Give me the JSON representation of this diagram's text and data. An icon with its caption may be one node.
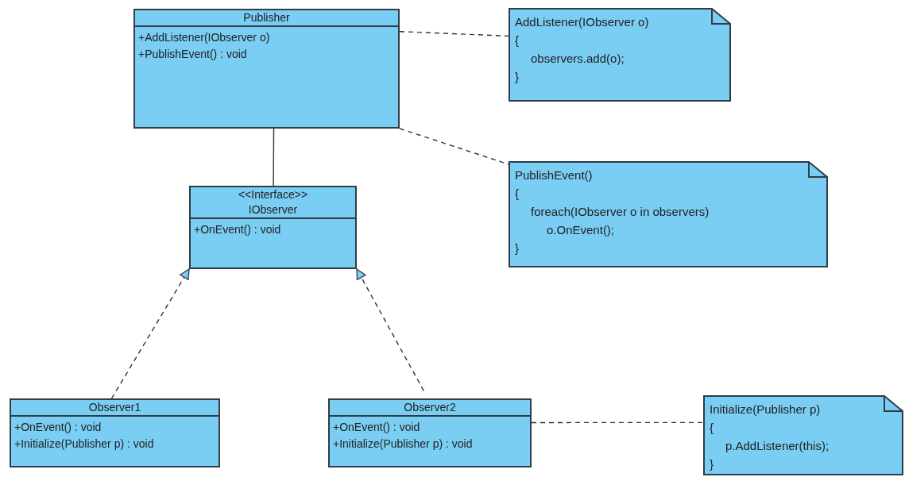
{
  "diagram": {
    "nodes": [
      {
        "text": [
          "Publisher",
          "+AddListener(IObserver o)",
          "+PublishEvent() : void"
        ]
      },
      {
        "text": [
          "AddListener(IObserver o)",
          "{",
          "observers.add(o);",
          "}"
        ]
      },
      {
        "text": [
          "<<Interface>>",
          "IObserver",
          "+OnEvent() : void"
        ]
      },
      {
        "text": [
          "PublishEvent()",
          "{",
          "foreach(IObserver o in observers)",
          "o.OnEvent();",
          "}"
        ]
      },
      {
        "text": [
          "Observer1",
          "+OnEvent() : void",
          "+Initialize(Publisher p) : void"
        ]
      },
      {
        "text": [
          "Observer2",
          "+OnEvent() : void",
          "+Initialize(Publisher p) : void"
        ]
      },
      {
        "text": [
          "Initialize(Publisher p)",
          "{",
          "p.AddListener(this);",
          "}"
        ]
      }
    ],
    "edges": [
      {
        "from": 0,
        "to": 1,
        "arrow": "none",
        "style": "dashed"
      },
      {
        "from": 0,
        "to": 3,
        "arrow": "none",
        "style": "dashed"
      },
      {
        "from": 0,
        "to": 2,
        "arrow": "none"
      },
      {
        "from": 4,
        "to": 2,
        "arrow": "to",
        "style": "dashed"
      },
      {
        "from": 5,
        "to": 2,
        "arrow": "to",
        "style": "dashed"
      },
      {
        "from": 5,
        "to": 6,
        "arrow": "none",
        "style": "dashed"
      }
    ]
  }
}
